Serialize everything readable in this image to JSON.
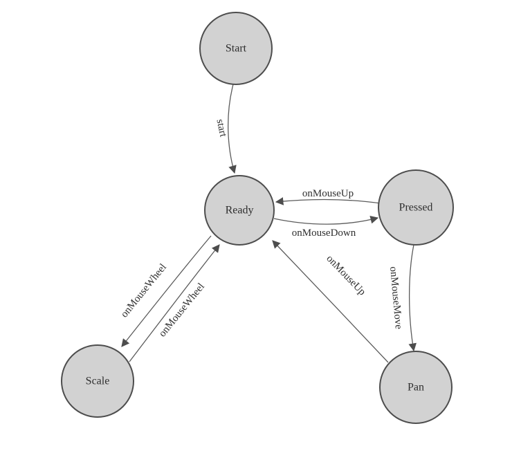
{
  "diagram": {
    "type": "state-machine",
    "nodes": [
      {
        "id": "start",
        "label": "Start"
      },
      {
        "id": "ready",
        "label": "Ready"
      },
      {
        "id": "pressed",
        "label": "Pressed"
      },
      {
        "id": "scale",
        "label": "Scale"
      },
      {
        "id": "pan",
        "label": "Pan"
      }
    ],
    "edges": [
      {
        "from": "start",
        "to": "ready",
        "label": "start"
      },
      {
        "from": "pressed",
        "to": "ready",
        "label": "onMouseUp"
      },
      {
        "from": "ready",
        "to": "pressed",
        "label": "onMouseDown"
      },
      {
        "from": "ready",
        "to": "scale",
        "label": "onMouseWheel"
      },
      {
        "from": "scale",
        "to": "ready",
        "label": "onMouseWheel"
      },
      {
        "from": "pressed",
        "to": "pan",
        "label": "onMouseMove"
      },
      {
        "from": "pan",
        "to": "ready",
        "label": "onMouseUp"
      }
    ],
    "colors": {
      "node_fill": "#d2d2d2",
      "node_stroke": "#4d4d4d",
      "edge_color": "#5a5a5a",
      "text_color": "#2e2e2e",
      "canvas_bg": "#ffffff"
    }
  }
}
